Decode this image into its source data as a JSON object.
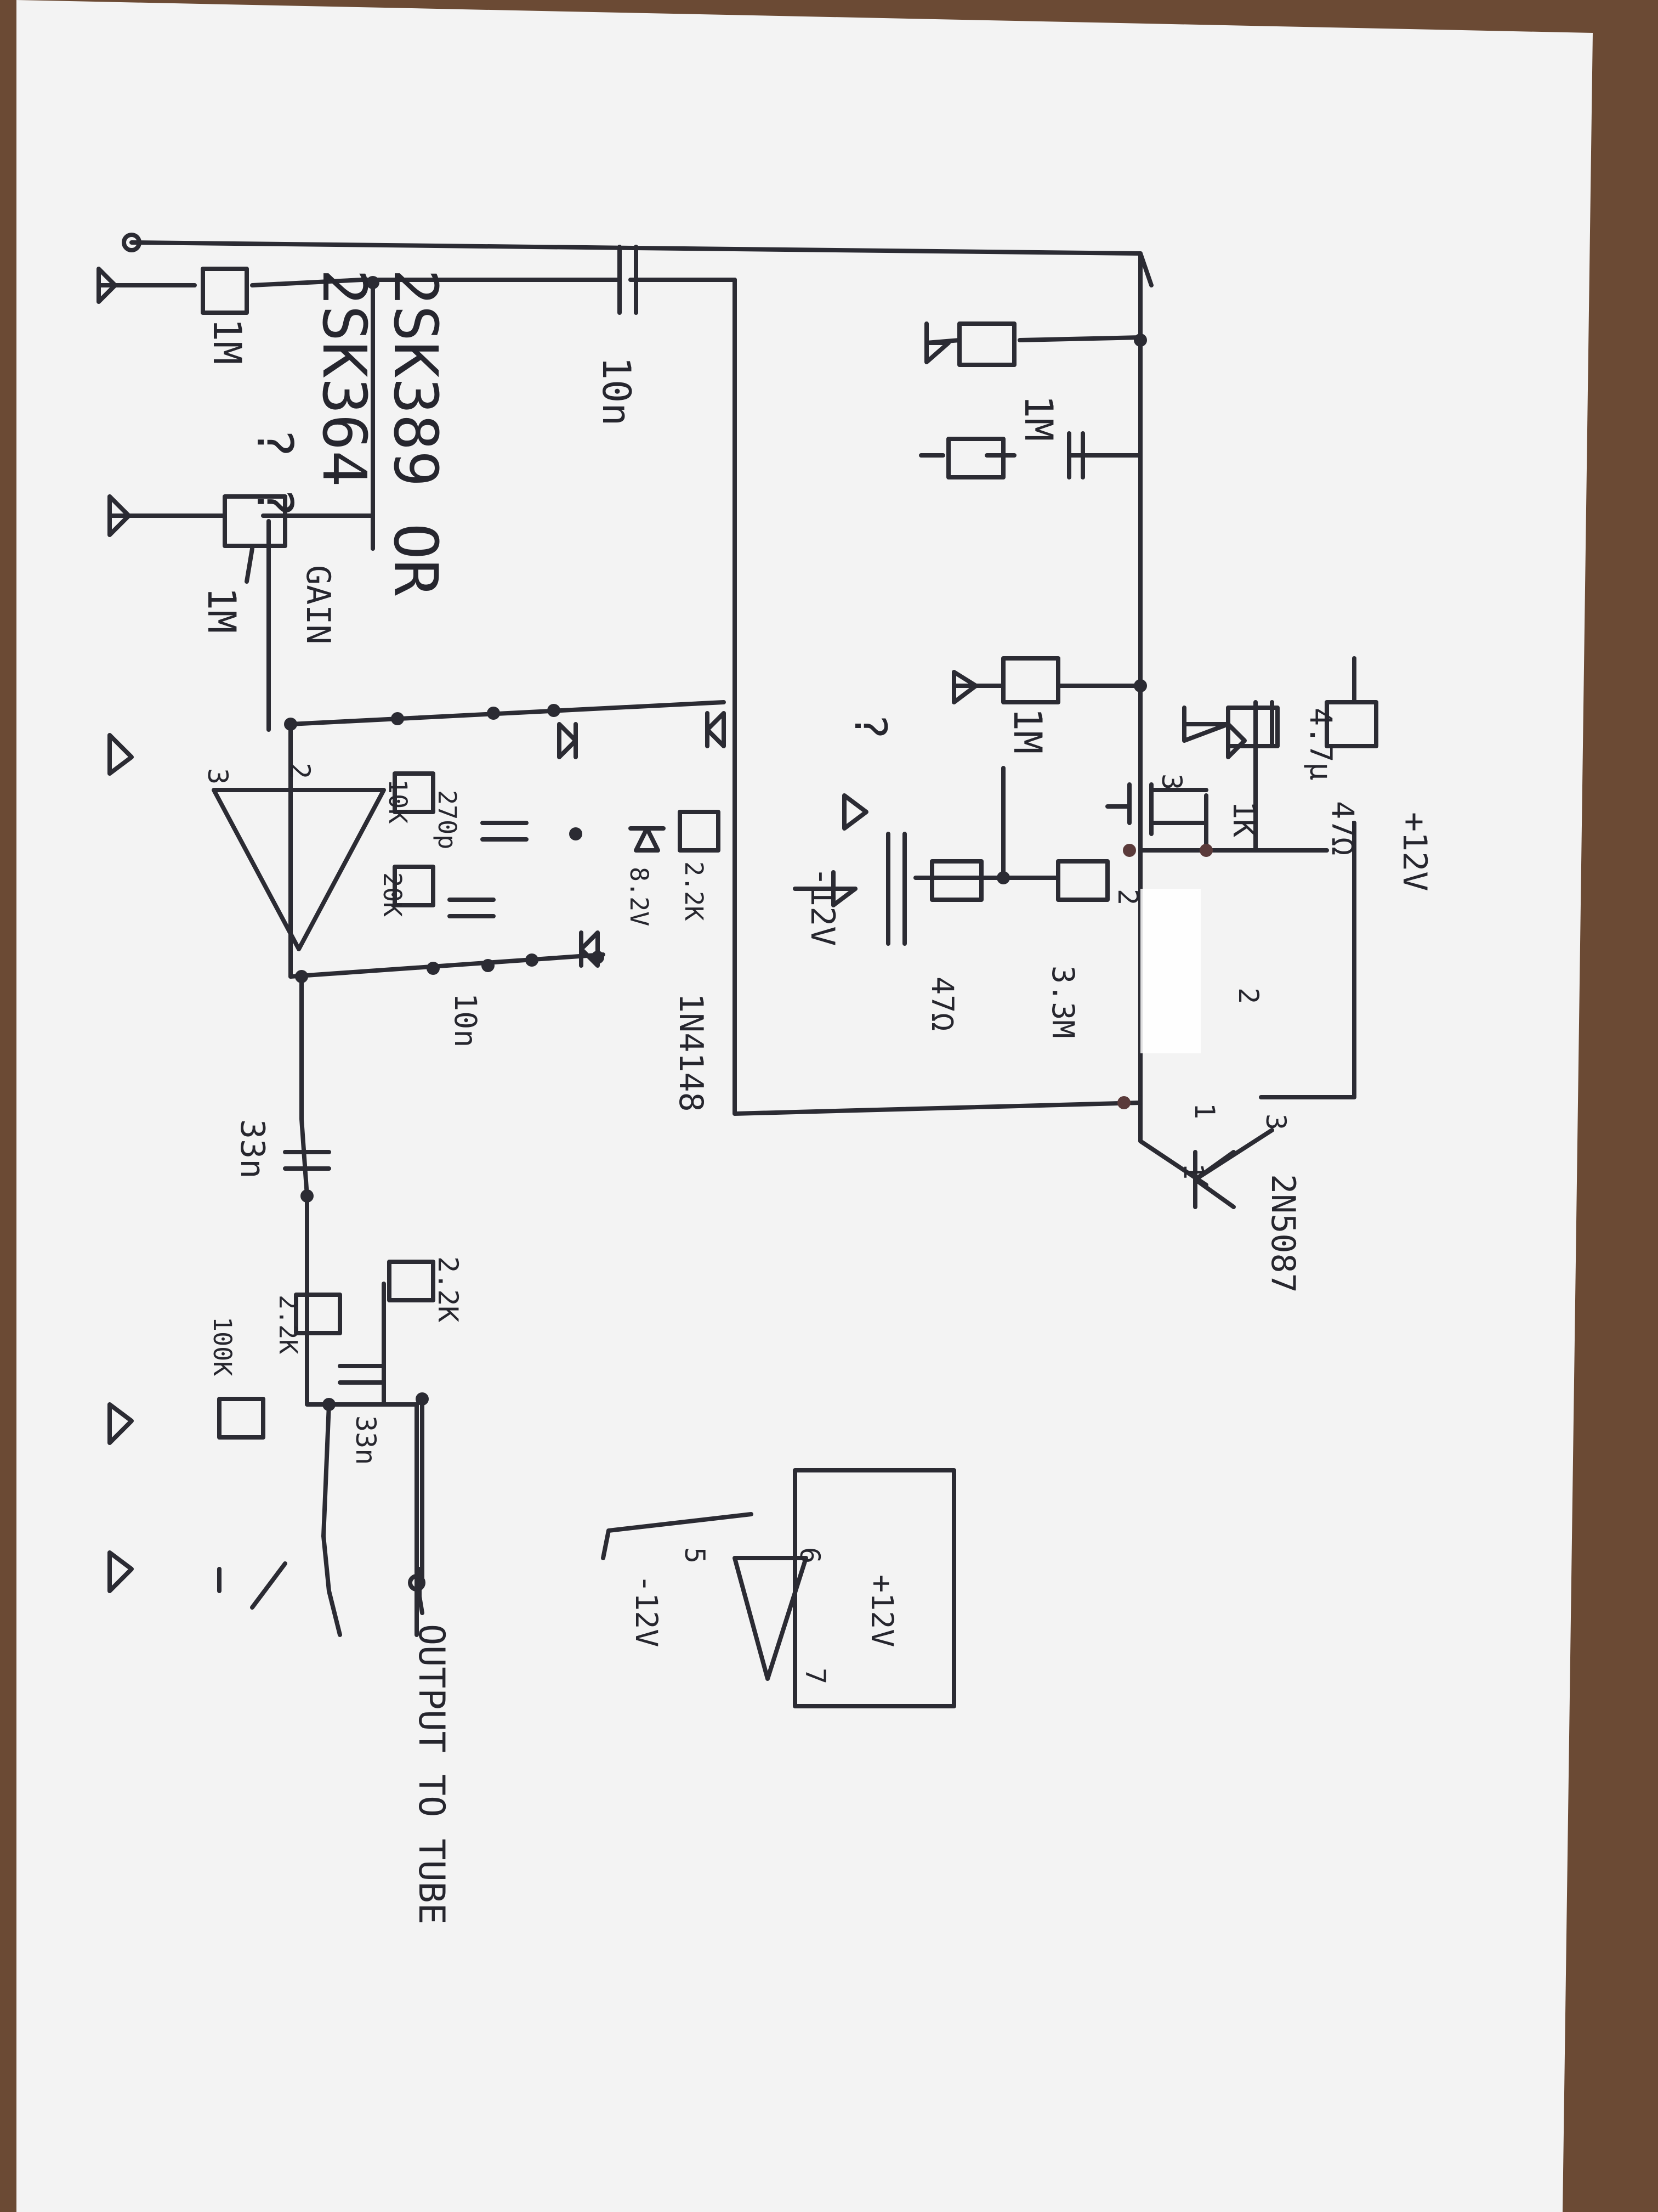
{
  "colors": {
    "paper": "#f3f3f3",
    "ink": "#2b2b33",
    "table": "#6b4a34"
  },
  "labels": {
    "jfet_part_1": "2SK389 OR",
    "jfet_part_2": "2SK364",
    "question_marks": "? ?",
    "question_mark": "?",
    "supply_pos": "+12V",
    "supply_neg": "-12V",
    "r_1m_a": "1M",
    "r_1m_b": "1M",
    "r_1m_c": "1M",
    "pot_1m": "1M",
    "gain": "GAIN",
    "cap_10n_left": "10n",
    "cap_4u7": "4.7μ",
    "r_47_top": "47Ω",
    "r_1k": "1K",
    "r_3_3m": "3.3M",
    "r_47_bottom": "47Ω",
    "transistor": "2N5087",
    "diode": "1N4148",
    "r_2_2k_fb": "2.2K",
    "zener": "8.2V",
    "cap_270p": "270p",
    "r_10k": "10K",
    "r_20k": "20K",
    "cap_10n_fb": "10n",
    "cap_33n_out": "33n",
    "r_2_2k_out_a": "2.2K",
    "r_2_2k_out_b": "2.2K",
    "r_100k": "100K",
    "cap_33n_right": "33n",
    "output": "OUTPUT TO TUBE",
    "pin_1": "1",
    "pin_2": "2",
    "pin_3": "3",
    "q_pin_1": "1",
    "q_pin_2": "2",
    "q_pin_3": "3",
    "op_pin_2": "2",
    "op_pin_3": "3",
    "op_pin_5": "5",
    "op_pin_6": "6",
    "op_pin_7": "7",
    "op_supply_pos": "+12V",
    "op_supply_neg": "-12V"
  }
}
